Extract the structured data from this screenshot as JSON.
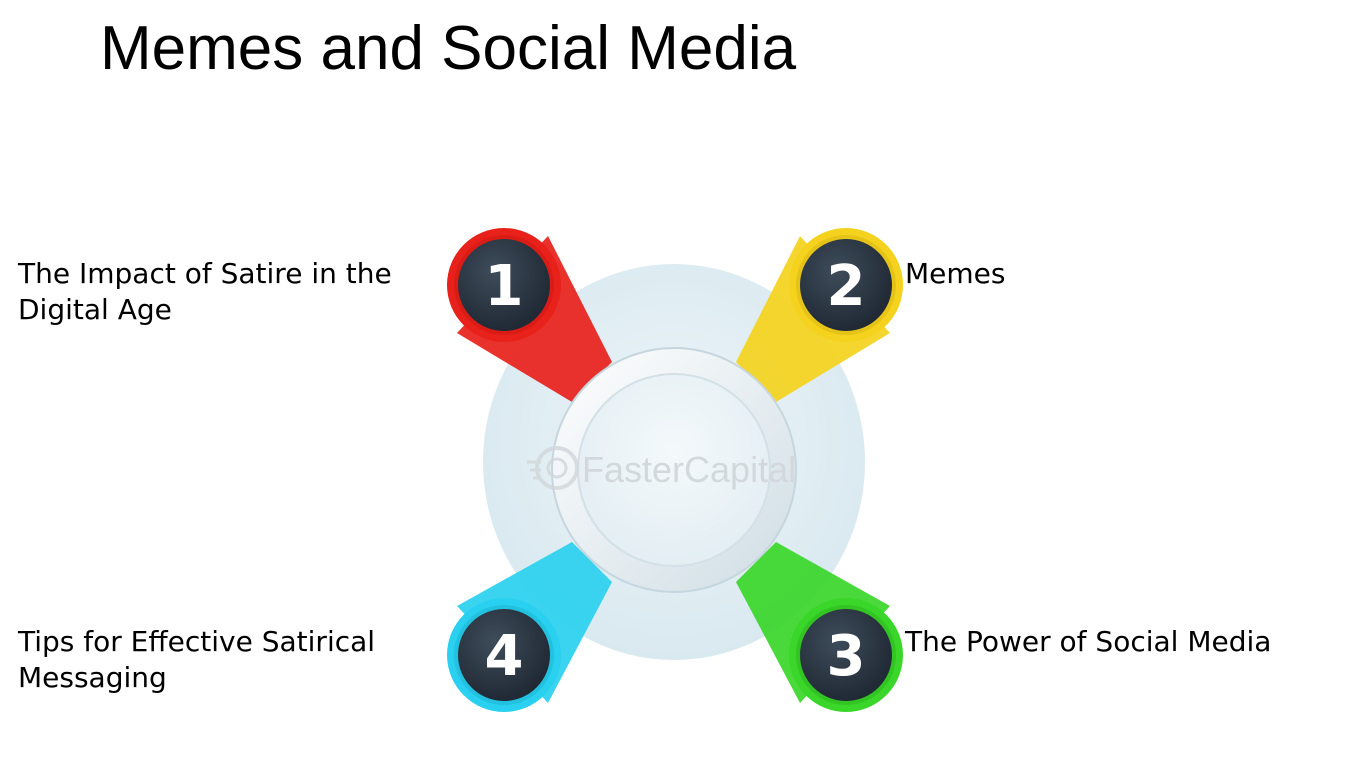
{
  "title": "Memes and Social Media",
  "watermark": "FasterCapital",
  "items": [
    {
      "number": "1",
      "lines": [
        "The Impact of Satire in the",
        "Digital Age"
      ],
      "color": "#e8211b",
      "icon": "number-badge-1"
    },
    {
      "number": "2",
      "lines": [
        "Memes"
      ],
      "color": "#f4d21d",
      "icon": "number-badge-2"
    },
    {
      "number": "3",
      "lines": [
        "The Power of Social Media"
      ],
      "color": "#3ad62a",
      "icon": "number-badge-3"
    },
    {
      "number": "4",
      "lines": [
        "Tips for Effective Satirical",
        "Messaging"
      ],
      "color": "#2ad0ef",
      "icon": "number-badge-4"
    }
  ]
}
